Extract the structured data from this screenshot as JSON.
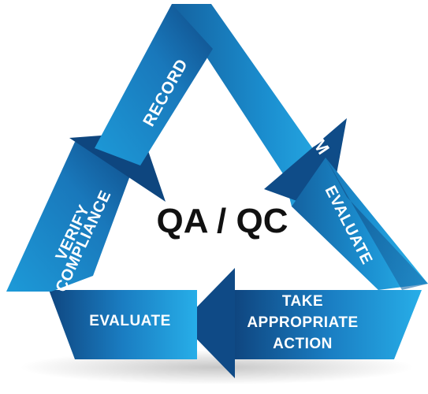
{
  "center_label": "QA / QC",
  "steps": {
    "plan_perform": "PLAN & PERFORM",
    "evaluate_right": "EVALUATE",
    "take_action_line1": "TAKE",
    "take_action_line2": "APPROPRIATE",
    "take_action_line3": "ACTION",
    "evaluate_bottom": "EVALUATE",
    "verify_line1": "VERIFY",
    "verify_line2": "COMPLIANCE",
    "record": "RECORD"
  },
  "colors": {
    "arrow_light": "#1ea9e1",
    "arrow_mid": "#1671ad",
    "arrow_dark": "#0d3f72",
    "center_text": "#111111"
  }
}
